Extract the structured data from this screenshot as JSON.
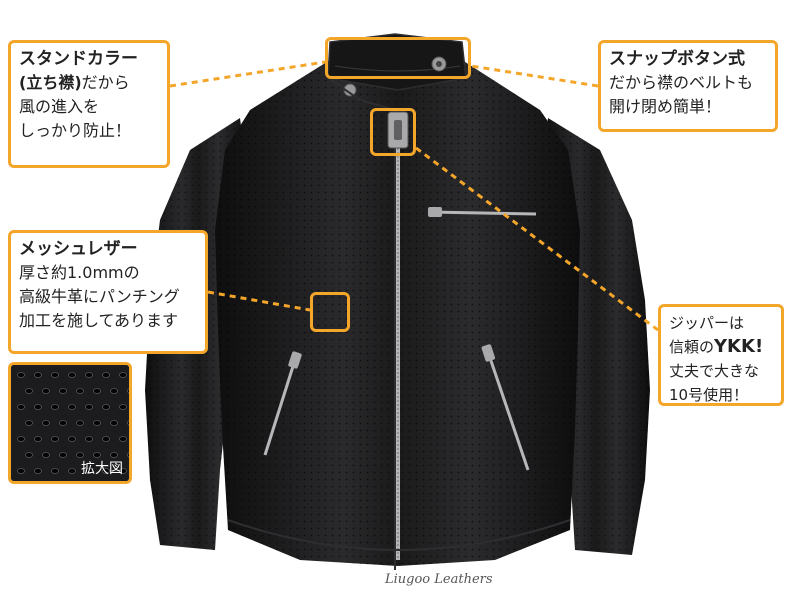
{
  "image": {
    "alt": "Black perforated leather single rider jacket with annotated callouts"
  },
  "callouts": {
    "collar": {
      "title": "スタンドカラー",
      "line1_bold": "(立ち襟)",
      "line1_rest": "だから",
      "line2": "風の進入を",
      "line3": "しっかり防止！"
    },
    "snap": {
      "title": "スナップボタン式",
      "line1": "だから襟のベルトも",
      "line2": "開け閉め簡単！"
    },
    "mesh": {
      "title": "メッシュレザー",
      "line1": "厚さ約1.0mmの",
      "line2": "高級牛革にパンチング",
      "line3": "加工を施してあります"
    },
    "zipper": {
      "line1": "ジッパーは",
      "line2_pre": "信頼の",
      "line2_brand": "YKK!",
      "line3": "丈夫で大きな",
      "line4": "10号使用！"
    }
  },
  "zoom": {
    "label": "拡大図"
  },
  "brand": {
    "text": "Liugoo Leathers"
  },
  "colors": {
    "accent": "#f4a62a",
    "leather": "#1c1c1e",
    "background": "#ffffff"
  }
}
